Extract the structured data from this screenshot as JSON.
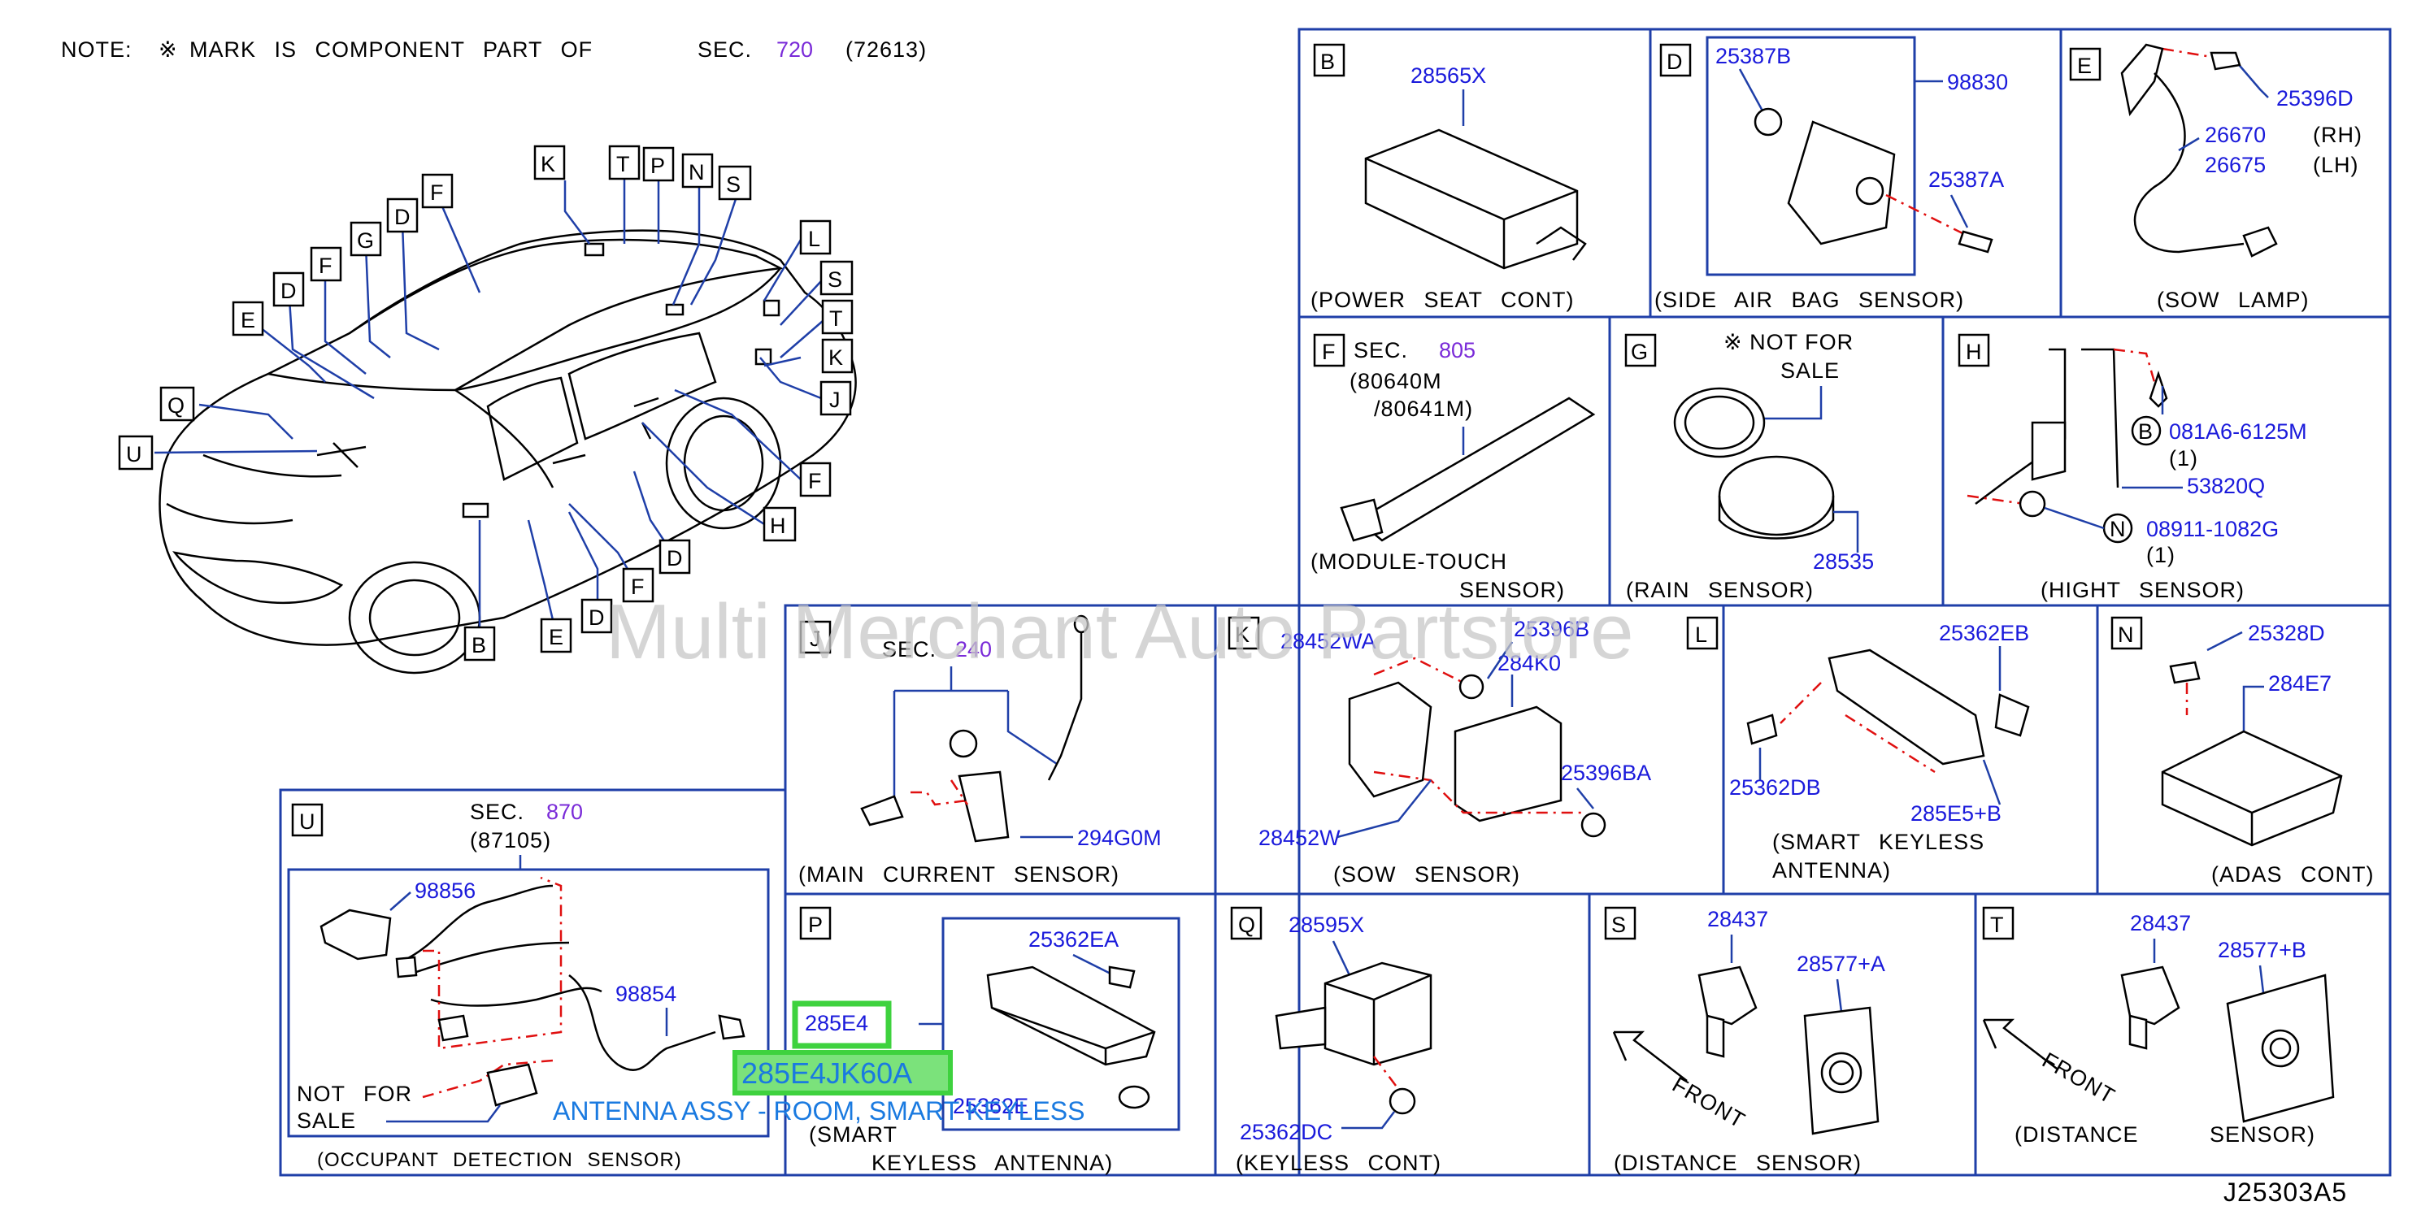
{
  "note": {
    "prefix": "NOTE:",
    "mark": "※",
    "text": "MARK IS COMPONENT PART OF",
    "sec_label": "SEC.",
    "sec_num": "720",
    "sec_ref": "(72613)"
  },
  "overview_labels": [
    "K",
    "T",
    "P",
    "N",
    "S",
    "L",
    "S",
    "T",
    "K",
    "J",
    "F",
    "D",
    "G",
    "F",
    "D",
    "E",
    "Q",
    "U",
    "F",
    "H",
    "D",
    "F",
    "D",
    "E",
    "B"
  ],
  "panels": {
    "B": {
      "letter": "B",
      "parts": [
        "28565X"
      ],
      "caption": "(POWER SEAT CONT)"
    },
    "D": {
      "letter": "D",
      "parts": [
        "25387B",
        "98830",
        "25387A"
      ],
      "caption": "(SIDE AIR BAG SENSOR)"
    },
    "E": {
      "letter": "E",
      "parts": [
        "25396D",
        "26670",
        "26675"
      ],
      "notes": [
        "(RH)",
        "(LH)"
      ],
      "caption": "(SOW LAMP)"
    },
    "F": {
      "letter": "F",
      "sec_label": "SEC.",
      "sec_num": "805",
      "refs": [
        "(80640M",
        "/80641M)"
      ],
      "caption1": "(MODULE-TOUCH",
      "caption2": "SENSOR)"
    },
    "G": {
      "letter": "G",
      "note1": "※ NOT FOR",
      "note2": "SALE",
      "parts": [
        "28535"
      ],
      "caption": "(RAIN SENSOR)"
    },
    "H": {
      "letter": "H",
      "circ_b": "B",
      "circ_n": "N",
      "parts": [
        "081A6-6125M",
        "53820Q",
        "08911-1082G"
      ],
      "qty": [
        "(1)",
        "(1)"
      ],
      "caption": "(HIGHT SENSOR)"
    },
    "J": {
      "letter": "J",
      "sec_label": "SEC.",
      "sec_num": "240",
      "parts": [
        "294G0M"
      ],
      "caption": "(MAIN CURRENT SENSOR)"
    },
    "K": {
      "letter": "K",
      "parts": [
        "28452WA",
        "25396B",
        "284K0",
        "25396BA",
        "28452W"
      ],
      "caption": "(SOW SENSOR)"
    },
    "L": {
      "letter": "L",
      "parts": [
        "25362EB",
        "25362DB",
        "285E5+B"
      ],
      "caption1": "(SMART KEYLESS",
      "caption2": "ANTENNA)"
    },
    "N": {
      "letter": "N",
      "parts": [
        "25328D",
        "284E7"
      ],
      "caption": "(ADAS CONT)"
    },
    "U": {
      "letter": "U",
      "sec_label": "SEC.",
      "sec_num": "870",
      "sec_ref": "(87105)",
      "parts": [
        "98856",
        "98854"
      ],
      "note1": "NOT FOR",
      "note2": "SALE",
      "caption": "(OCCUPANT DETECTION SENSOR)"
    },
    "P": {
      "letter": "P",
      "parts": [
        "25362EA",
        "285E4",
        "25362E"
      ],
      "caption1": "(SMART",
      "caption2": "KEYLESS ANTENNA)"
    },
    "Q": {
      "letter": "Q",
      "parts": [
        "28595X",
        "25362DC"
      ],
      "caption": "(KEYLESS CONT)"
    },
    "S": {
      "letter": "S",
      "parts": [
        "28437",
        "28577+A"
      ],
      "front": "FRONT",
      "caption": "(DISTANCE SENSOR)"
    },
    "T": {
      "letter": "T",
      "parts": [
        "28437",
        "28577+B"
      ],
      "front": "FRONT",
      "caption1": "(DISTANCE",
      "caption2": "SENSOR)"
    }
  },
  "highlight": {
    "part_number": "285E4JK60A",
    "description": "ANTENNA ASSY - ROOM, SMART KEYLESS"
  },
  "watermark": "Multi Merchant Auto Partstore",
  "diagram_code": "J25303A5",
  "colors": {
    "frame": "#1f3fa8",
    "part": "#1a1adb",
    "section": "#7a2bd8",
    "leader_red": "#e01010",
    "highlight": "#3ed23e",
    "antenna_text": "#1a7ae0"
  }
}
